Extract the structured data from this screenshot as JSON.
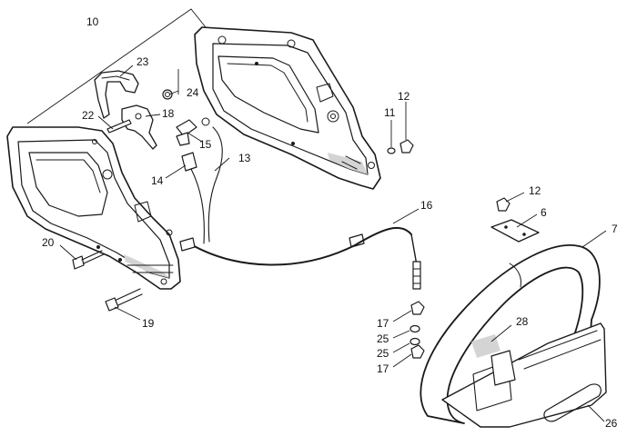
{
  "callouts": [
    "10",
    "23",
    "24",
    "22",
    "18",
    "15",
    "14",
    "13",
    "12",
    "11",
    "20",
    "19",
    "16",
    "12",
    "6",
    "7",
    "17",
    "25",
    "25",
    "17",
    "28",
    "26"
  ],
  "colors": {
    "ink": "#1a1a1a",
    "shade": "#d4d4d4",
    "background": "#ffffff"
  }
}
